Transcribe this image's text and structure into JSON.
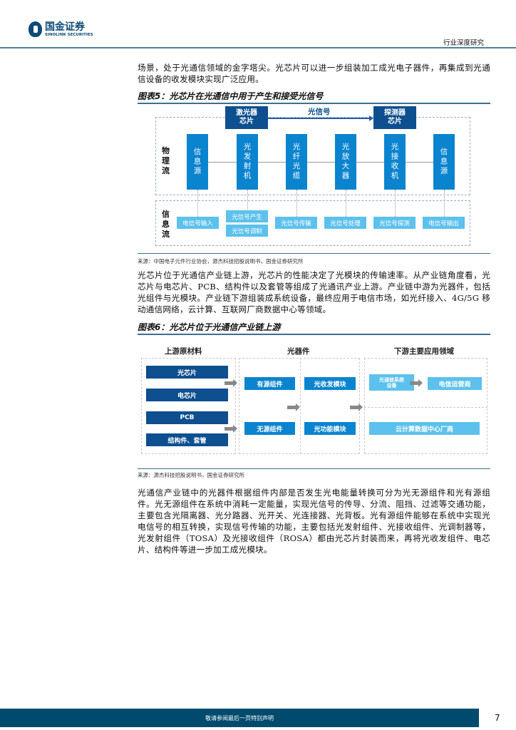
{
  "header": {
    "logo_cn": "国金证券",
    "logo_en": "SINOLINK SECURITIES",
    "category": "行业深度研究"
  },
  "paragraphs": [
    "场景，处于光通信领域的金字塔尖。光芯片可以进一步组装加工成光电子器件，再集成到光通信设备的收发模块实现广泛应用。",
    "光芯片位于光通信产业链上游，光芯片的性能决定了光模块的传输速率。从产业链角度看，光芯片与电芯片、PCB、结构件以及套管等组成了光通讯产业上游。产业链中游为光器件，包括光组件与光模块。产业链下游组装成系统设备，最终应用于电信市场，如光纤接入、4G/5G 移动通信网络，云计算、互联网厂商数据中心等领域。",
    "光通信产业链中的光器件根据组件内部是否发生光电能量转换可分为光无源组件和光有源组件。光无源组件在系统中消耗一定能量，实现光信号的传导、分流、阻挡、过滤等交通功能，主要包含光隔离器、光分路器、光开关、光连接器、光背板。光有源组件能够在系统中实现光电信号的相互转换，实现信号传输的功能，主要包括光发射组件、光接收组件、光调制器等，光发射组件（TOSA）及光接收组件（ROSA）都由光芯片封装而来，再将光收发组件、电芯片、结构件等进一步加工成光模块。"
  ],
  "figure5": {
    "title": "图表5：光芯片在光通信中用于产生和接受光信号",
    "laser": "激光器芯片",
    "detector": "探测器芯片",
    "signal": "光信号",
    "physical_label": "物理流",
    "info_label": "信息流",
    "physical": [
      "信息源",
      "光发射机",
      "光纤光缆",
      "光放大器",
      "光接收机",
      "信息源"
    ],
    "info": [
      "电信号输入",
      "光信号产生",
      "光信号调制",
      "光信号传输",
      "光信号处理",
      "光信号探测",
      "电信号输出"
    ],
    "source": "来源：中国电子元件行业协会，源杰科技招股说明书，国金证券研究所"
  },
  "figure6": {
    "title": "图表6：光芯片位于光通信产业链上游",
    "headers": [
      "上游原材料",
      "光器件",
      "下游主要应用领域"
    ],
    "upstream": [
      "光芯片",
      "电芯片",
      "PCB",
      "结构件、套管"
    ],
    "components": [
      "有源组件",
      "无源组件"
    ],
    "modules": [
      "光收发模块",
      "光功能模块"
    ],
    "downstream": {
      "system": "光通信系统设备",
      "telecom": "电信运营商",
      "cloud": "云计算数据中心厂商"
    },
    "source": "来源：源杰科技招股说明书，国金证券研究所"
  },
  "footer": {
    "notice": "敬请参阅最后一页特别声明",
    "page": "7"
  },
  "colors": {
    "brand": "#004a6e",
    "dark_blue": "#0d4f8f",
    "mid_blue": "#0b84cf",
    "light_blue": "#5cc1ec"
  }
}
